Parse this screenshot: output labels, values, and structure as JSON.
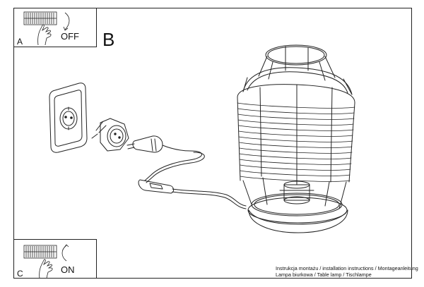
{
  "steps": {
    "a": {
      "letter": "A",
      "state": "OFF"
    },
    "b": {
      "letter": "B"
    },
    "c": {
      "letter": "C",
      "state": "ON"
    }
  },
  "caption": {
    "line1": "Instrukcja montażu / installation instructions / Montageanleitung",
    "line2": "Lampa biurkowa / Table lamp / Tischlampe"
  },
  "icons": [
    "switch-off-icon",
    "switch-on-icon",
    "wall-socket-icon",
    "plug-adapter-icon",
    "cable-switch-icon",
    "table-lamp-icon"
  ],
  "colors": {
    "line": "#222222",
    "background": "#ffffff"
  }
}
